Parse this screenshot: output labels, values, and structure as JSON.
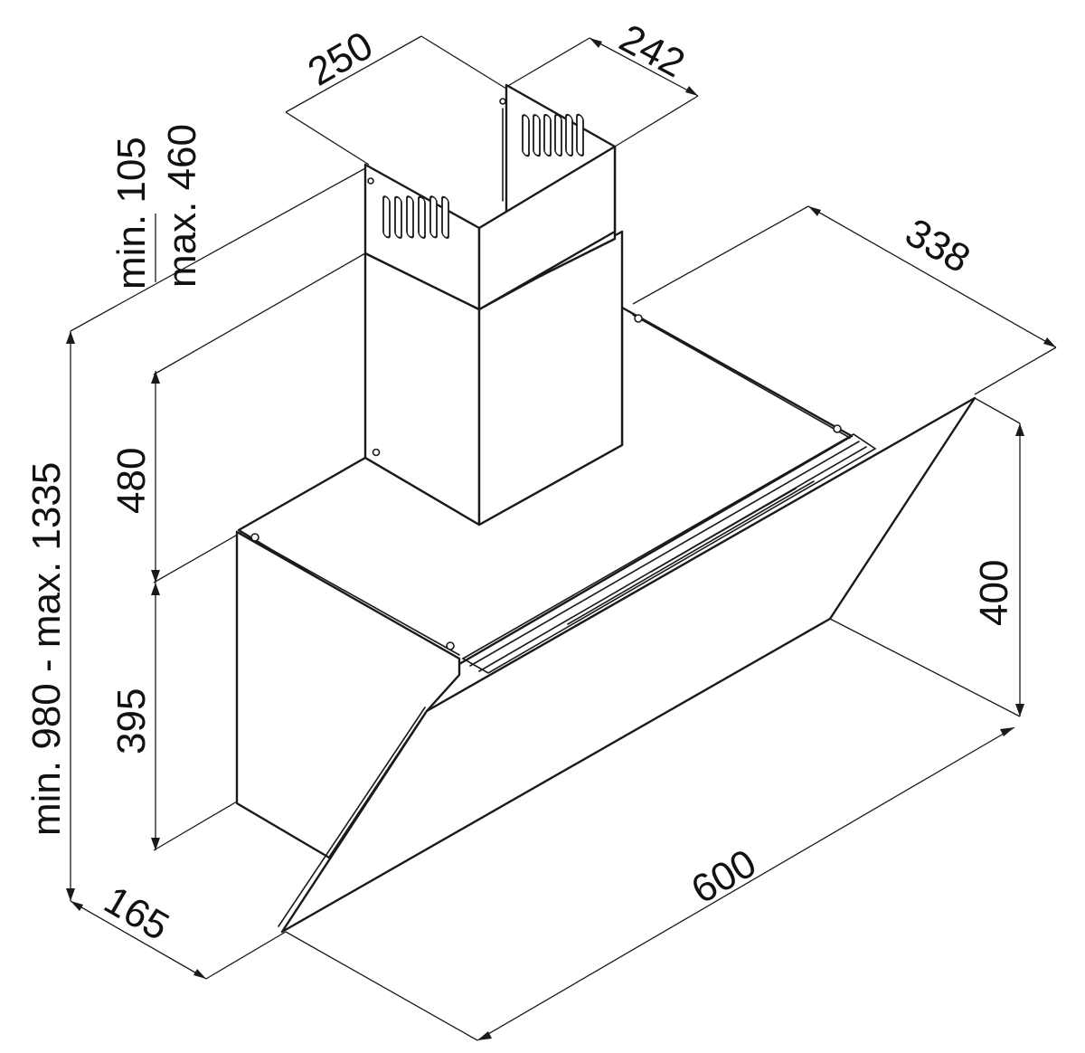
{
  "dimensions": {
    "chimney_width": "250",
    "chimney_depth": "242",
    "upper_chimney_range": [
      "min. 105",
      "max. 460"
    ],
    "lower_chimney_height": "480",
    "hood_body_height": "395",
    "total_height_range": "min. 980 - max. 1335",
    "top_depth": "338",
    "glass_height": "400",
    "hood_width": "600",
    "bottom_depth": "165"
  }
}
